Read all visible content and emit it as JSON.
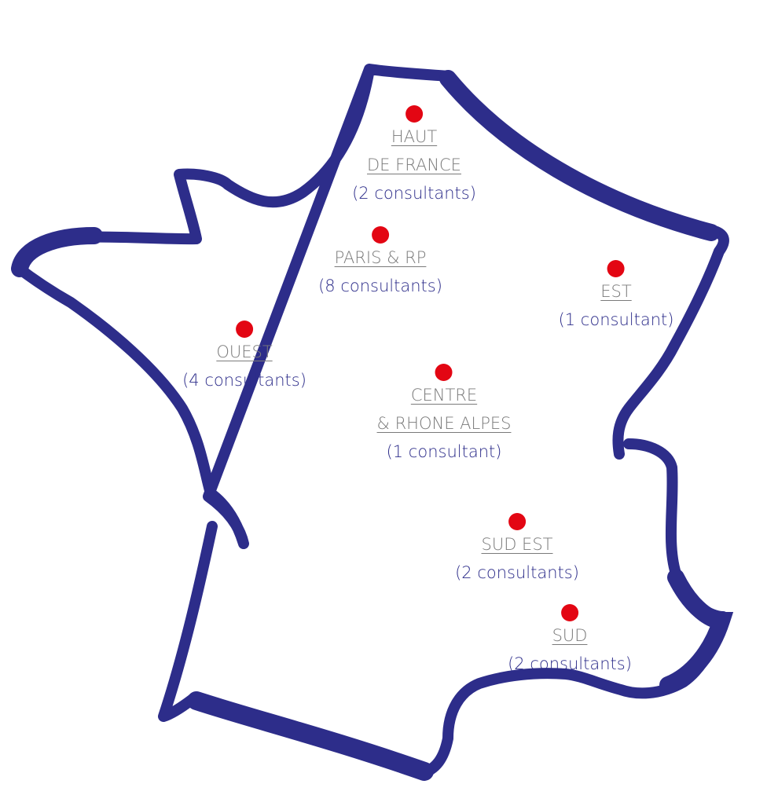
{
  "colors": {
    "outline": "#2d2d8a",
    "marker": "#e30613",
    "link": "#7a7a7a",
    "count": "#2d2d8a"
  },
  "regions": [
    {
      "id": "haut-de-france",
      "lines": [
        "HAUT",
        "DE FRANCE"
      ],
      "count": "(2 consultants)"
    },
    {
      "id": "paris-rp",
      "lines": [
        "PARIS & RP"
      ],
      "count": "(8 consultants)"
    },
    {
      "id": "est",
      "lines": [
        "EST"
      ],
      "count": "(1 consultant)"
    },
    {
      "id": "ouest",
      "lines": [
        "OUEST"
      ],
      "count": "(4 consultants)"
    },
    {
      "id": "centre-rhone-alpes",
      "lines": [
        "CENTRE",
        "& RHONE ALPES"
      ],
      "count": "(1 consultant)"
    },
    {
      "id": "sud-est",
      "lines": [
        "SUD EST"
      ],
      "count": "(2 consultants)"
    },
    {
      "id": "sud",
      "lines": [
        "SUD"
      ],
      "count": "(2 consultants)"
    }
  ]
}
